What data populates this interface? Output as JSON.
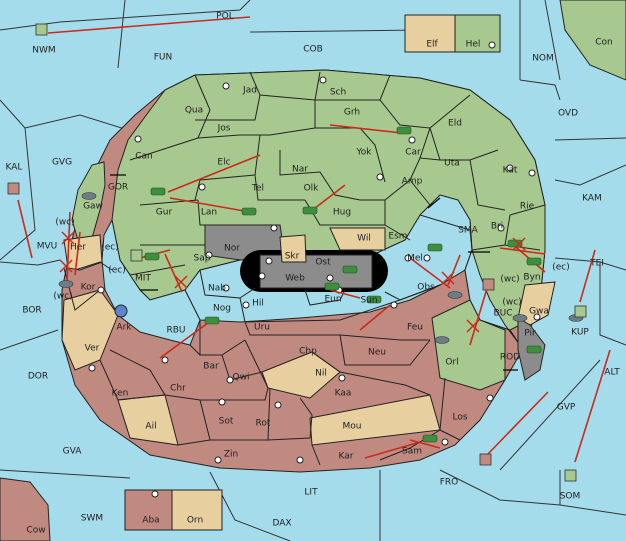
{
  "colors": {
    "sea": "#a4dcec",
    "green": "#a7c88e",
    "red": "#c08a80",
    "tan": "#e8cfa0",
    "gray": "#8c8c8c",
    "black": "#000000",
    "arrow": "#cc2a1a",
    "unit_green": "#3e8e3e",
    "fleet_gray": "#6e7c88"
  },
  "seas": {
    "POL": "POL",
    "NWM": "NWM",
    "FUN": "FUN",
    "COB": "COB",
    "NOM": "NOM",
    "OVD": "OVD",
    "KAL": "KAL",
    "GVG": "GVG",
    "GOR": "GOR",
    "MVU": "MVU",
    "KAM": "KAM",
    "SMA": "SMA",
    "TEI": "TEI",
    "BOR": "BOR",
    "MIT": "MIT",
    "RBU": "RBU",
    "BUC": "BUC",
    "KUP": "KUP",
    "DOR": "DOR",
    "ROD": "ROD",
    "ALT": "ALT",
    "GVP": "GVP",
    "GVA": "GVA",
    "FRO": "FRO",
    "SOM": "SOM",
    "SWM": "SWM",
    "LIT": "LIT",
    "DAX": "DAX"
  },
  "lands": {
    "Con": "Con",
    "Elf": "Elf",
    "Hel": "Hel",
    "Jad": "Jad",
    "Sch": "Sch",
    "Qua": "Qua",
    "Jos": "Jos",
    "Grh": "Grh",
    "Eld": "Eld",
    "Can": "Can",
    "Car": "Car",
    "Yok": "Yok",
    "Uta": "Uta",
    "Elc": "Elc",
    "Nar": "Nar",
    "Kat": "Kat",
    "Gaw": "Gaw",
    "Tel": "Tel",
    "Olk": "Olk",
    "Amp": "Amp",
    "Rie": "Rie",
    "Gur": "Gur",
    "Lan": "Lan",
    "Hug": "Hug",
    "Bri": "Bri",
    "Wil": "Wil",
    "Esm": "Esm",
    "Her": "Her",
    "Nor": "Nor",
    "Skr": "Skr",
    "Ost": "Ost",
    "Mel": "Mel",
    "Sap": "Sap",
    "Web": "Web",
    "Byn": "Byn",
    "Kor": "Kor",
    "Nab": "Nab",
    "Obs": "Obs",
    "Eun": "Eun",
    "Sun": "Sun",
    "Hil": "Hil",
    "Gwa": "Gwa",
    "Ark": "Ark",
    "Nog": "Nog",
    "Uru": "Uru",
    "Feu": "Feu",
    "Pir": "Pir",
    "Ver": "Ver",
    "Chp": "Chp",
    "Neu": "Neu",
    "Orl": "Orl",
    "Bar": "Bar",
    "Qwi": "Qwi",
    "Nil": "Nil",
    "Ken": "Ken",
    "Chr": "Chr",
    "Kaa": "Kaa",
    "Sot": "Sot",
    "Rot": "Rot",
    "Mou": "Mou",
    "Los": "Los",
    "Ail": "Ail",
    "Zin": "Zin",
    "Kar": "Kar",
    "Sam": "Sam",
    "Aba": "Aba",
    "Orn": "Orn",
    "Cow": "Cow"
  },
  "coast_tags": {
    "wc_gaw": "(wc)",
    "ec_her": "(ec)",
    "ec_kor": "(ec)",
    "wc_kor": "(wc)",
    "wc_byn": "(wc)",
    "ec_byn": "(ec)",
    "wc_gwa": "(wc)"
  }
}
